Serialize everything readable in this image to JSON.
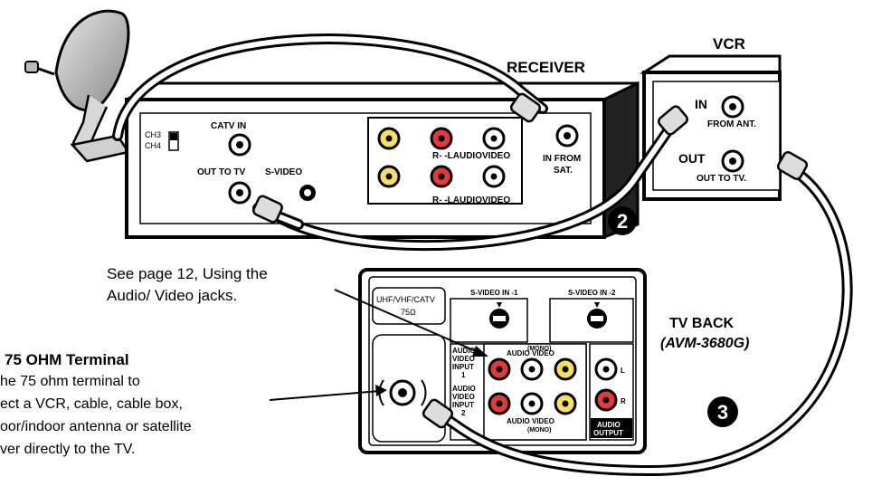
{
  "receiver": {
    "title": "RECEIVER",
    "ch3": "CH3",
    "ch4": "CH4",
    "catv_in": "CATV IN",
    "out_to_tv": "OUT TO TV",
    "s_video": "S-VIDEO",
    "row1": "R- -LAUDIOVIDEO",
    "row2": "R- -LAUDIOVIDEO",
    "in_from": "IN FROM",
    "sat": "SAT."
  },
  "vcr": {
    "title": "VCR",
    "in": "IN",
    "from_ant": "FROM ANT.",
    "out": "OUT",
    "out_to_tv": "OUT TO TV."
  },
  "tv": {
    "title": "TV BACK",
    "model": "(AVM-3680G)",
    "uhf": "UHF/VHF/CATV",
    "ohm": "75Ω",
    "svideo1": "S-VIDEO IN -1",
    "svideo2": "S-VIDEO IN -2",
    "mono_top": "(MONO)",
    "audio_video_top": "AUDIO VIDEO",
    "audio_video_bottom": "AUDIO VIDEO",
    "mono_bottom": "(MONO)",
    "input1": [
      "AUDIO",
      "VIDEO",
      "INPUT",
      "1"
    ],
    "input2": [
      "AUDIO",
      "VIDEO",
      "INPUT",
      "2"
    ],
    "audio_output": [
      "AUDIO",
      "OUTPUT"
    ],
    "l": "L",
    "r": "R"
  },
  "callout": {
    "see_page": "See page 12, Using the",
    "av_jacks": "Audio/ Video jacks."
  },
  "terminal": {
    "heading": "75 OHM Terminal",
    "lines": [
      "he 75 ohm terminal to",
      "ect a VCR, cable, cable box,",
      "oor/indoor antenna or satellite",
      "ver directly to the TV."
    ]
  },
  "steps": {
    "two": "2",
    "three": "3"
  }
}
